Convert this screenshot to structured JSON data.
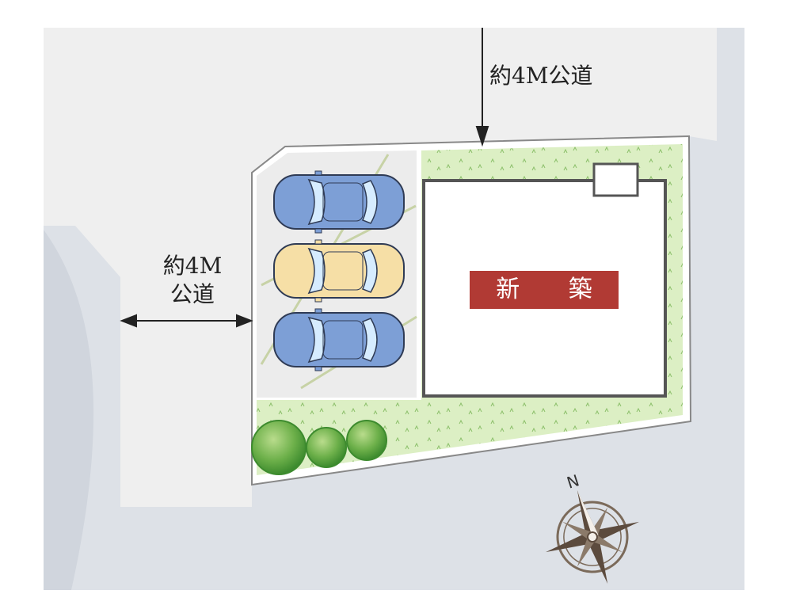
{
  "labels": {
    "road_top": "約4M公道",
    "road_left_line1": "約4M",
    "road_left_line2": "公道",
    "new_build": "新 築",
    "compass_north": "N"
  },
  "colors": {
    "road": "#efefef",
    "background": "#dde1e7",
    "lawn": "#dcefc4",
    "parking": "#ececec",
    "building_outline": "#555555",
    "new_build_badge": "#b13a34",
    "car_blue": "#7d9fd6",
    "car_yellow": "#f6dfa6",
    "tree": "#5ea543"
  },
  "cars": [
    {
      "color": "blue"
    },
    {
      "color": "yellow"
    },
    {
      "color": "blue"
    }
  ],
  "trees": 3
}
